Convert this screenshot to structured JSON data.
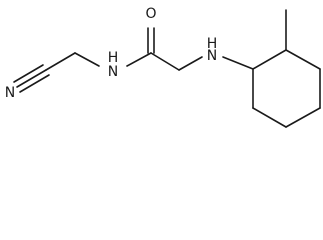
{
  "structure": {
    "labels": {
      "nitrile_n": "N",
      "amide_nh": "H\nN",
      "amide_nh_top": "N",
      "amide_nh_h": "H",
      "carbonyl_o": "O",
      "amine_nh": "H\nN",
      "amine_nh_h": "H",
      "amine_nh_n": "N"
    },
    "colors": {
      "bond": "#1a1a1a",
      "label": "#1a1a1a",
      "background": "#ffffff"
    }
  }
}
